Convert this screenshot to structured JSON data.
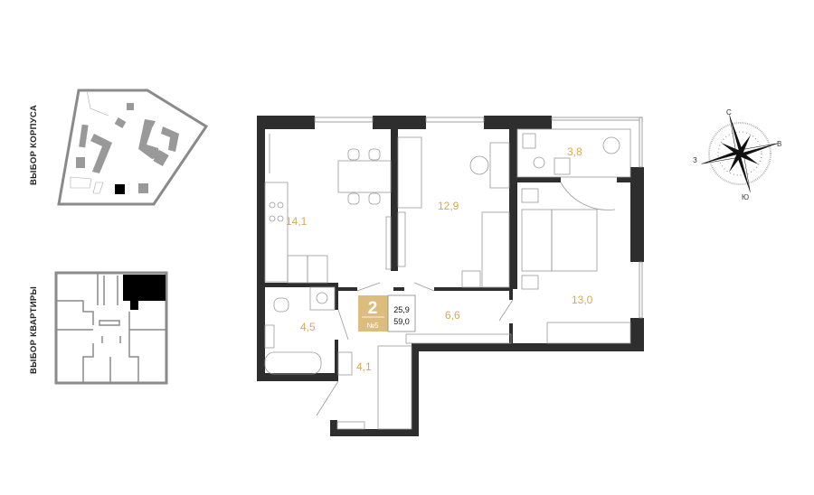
{
  "nav": {
    "building_select_label": "ВЫБОР КОРПУСА",
    "apartment_select_label": "ВЫБОР КВАРТИРЫ"
  },
  "apartment": {
    "rooms_count": "2",
    "number": "№5",
    "living_area": "25,9",
    "total_area": "59,0",
    "badge_color": "#dcbd7e"
  },
  "rooms": {
    "kitchen": "14,1",
    "bedroom_small": "12,9",
    "balcony": "3,8",
    "bedroom_large": "13,0",
    "hall": "6,6",
    "bathroom": "4,5",
    "entrance": "4,1"
  },
  "compass": {
    "north": "С",
    "east": "В",
    "south": "Ю",
    "west": "З"
  },
  "colors": {
    "area_text": "#d9a94f",
    "wall": "#2e2e2e",
    "selected": "#000000"
  }
}
